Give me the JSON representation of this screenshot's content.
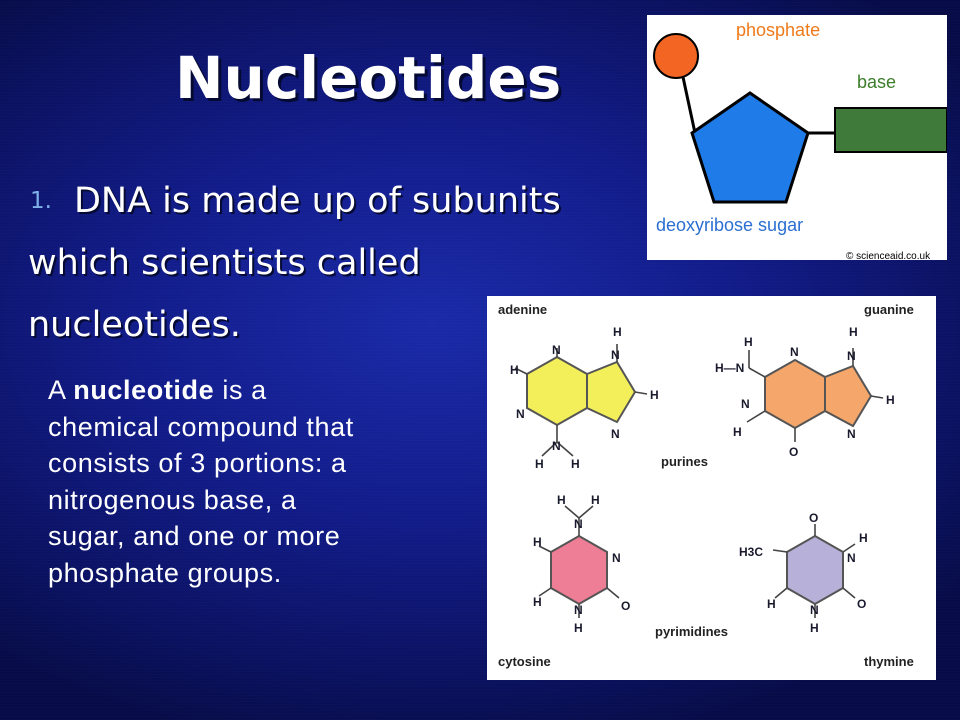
{
  "slide": {
    "title": "Nucleotides",
    "bullet_number": "1.",
    "bullet_lines": [
      "DNA is made up of subunits",
      "which scientists called",
      "nucleotides."
    ],
    "description": {
      "prefix": "A ",
      "term": "nucleotide",
      "rest_line1": " is a",
      "lines": [
        "chemical compound that",
        "consists of 3 portions: a",
        "nitrogenous base, a",
        "sugar, and one or more",
        "phosphate groups."
      ]
    }
  },
  "nucleotide_diagram": {
    "phosphate_label": "phosphate",
    "base_label": "base",
    "sugar_label": "deoxyribose sugar",
    "copyright": "© scienceaid.co.uk",
    "colors": {
      "phosphate": "#f26522",
      "sugar": "#1f7be8",
      "base": "#3f7a3a",
      "label_orange": "#f07a1a",
      "label_green": "#3c7d2a",
      "label_blue": "#2a6fd1"
    }
  },
  "bases_diagram": {
    "names": {
      "adenine": "adenine",
      "guanine": "guanine",
      "cytosine": "cytosine",
      "thymine": "thymine"
    },
    "groups": {
      "purines": "purines",
      "pyrimidines": "pyrimidines"
    },
    "atoms": {
      "H": "H",
      "N": "N",
      "O": "O",
      "H3C": "H3C",
      "HN": "H—N"
    },
    "colors": {
      "adenine": "#f3ef5a",
      "guanine": "#f5a66b",
      "cytosine": "#ee7d96",
      "thymine": "#b7b0d8"
    }
  }
}
